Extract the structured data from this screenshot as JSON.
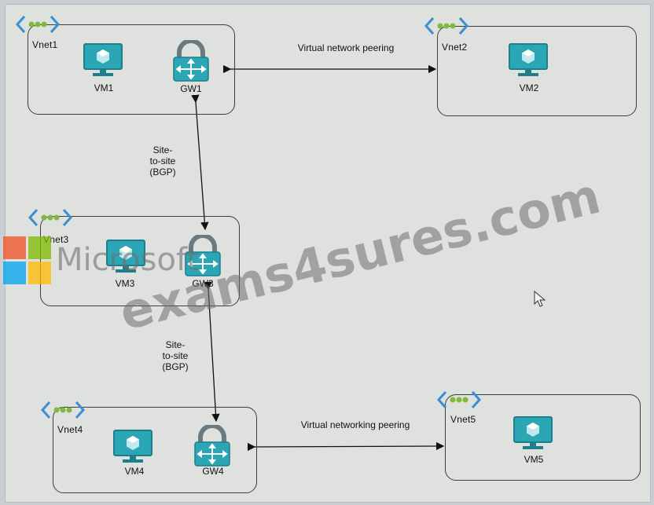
{
  "vnets": {
    "vnet1": {
      "label": "Vnet1"
    },
    "vnet2": {
      "label": "Vnet2"
    },
    "vnet3": {
      "label": "Vnet3"
    },
    "vnet4": {
      "label": "Vnet4"
    },
    "vnet5": {
      "label": "Vnet5"
    }
  },
  "nodes": {
    "vm1": "VM1",
    "gw1": "GW1",
    "vm2": "VM2",
    "vm3": "VM3",
    "gw3": "GW3",
    "vm4": "VM4",
    "gw4": "GW4",
    "vm5": "VM5"
  },
  "links": {
    "peering_top": "Virtual network peering",
    "s2s_upper": "Site-\nto-site\n(BGP)",
    "s2s_lower": "Site-\nto-site\n(BGP)",
    "peering_bottom": "Virtual networking peering"
  },
  "watermarks": {
    "exams": "exams4sures.com",
    "microsoft": "Microsoft"
  },
  "colors": {
    "icon_teal": "#2aa6b5",
    "icon_dark_teal": "#1d7f8c",
    "vnet_icon_green": "#7fba3a",
    "vnet_icon_blue": "#3a8fd0",
    "ms_red": "#f25022",
    "ms_green": "#7fba00",
    "ms_blue": "#00a4ef",
    "ms_yellow": "#ffb900"
  }
}
